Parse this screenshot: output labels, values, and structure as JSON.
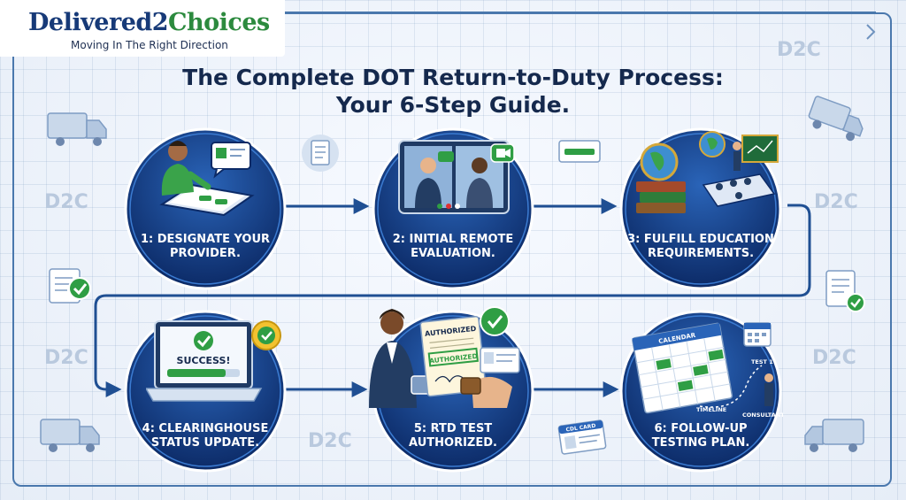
{
  "brand": {
    "name_part1": "Delivered2",
    "name_part2": "Choices",
    "tagline": "Moving In The Right Direction"
  },
  "title": {
    "line1": "The Complete DOT Return-to-Duty Process:",
    "line2": "Your 6-Step Guide."
  },
  "watermark": "D2C",
  "steps": [
    {
      "label": "1: DESIGNATE YOUR\nPROVIDER."
    },
    {
      "label": "2: INITIAL REMOTE\nEVALUATION."
    },
    {
      "label": "3: FULFILL EDUCATION\nREQUIREMENTS."
    },
    {
      "label": "4: CLEARINGHOUSE\nSTATUS UPDATE."
    },
    {
      "label": "5: RTD TEST\nAUTHORIZED."
    },
    {
      "label": "6: FOLLOW-UP\nTESTING PLAN."
    }
  ],
  "illustration_text": {
    "success": "SUCCESS!",
    "authorized_stamp": "AUTHORIZED",
    "authorized_doc": "AUTHORIZED",
    "calendar_header": "CALENDAR",
    "cdl_card": "CDL CARD",
    "timeline": "TIMELINE",
    "consultant": "CONSULTANT",
    "test": "TEST 1"
  },
  "colors": {
    "navy": "#15294d",
    "circle_dark": "#0c2a66",
    "circle_light": "#2a64b8",
    "connector": "#1f4f93",
    "brand_green": "#2c8a3e",
    "check_green": "#2f9e44"
  }
}
